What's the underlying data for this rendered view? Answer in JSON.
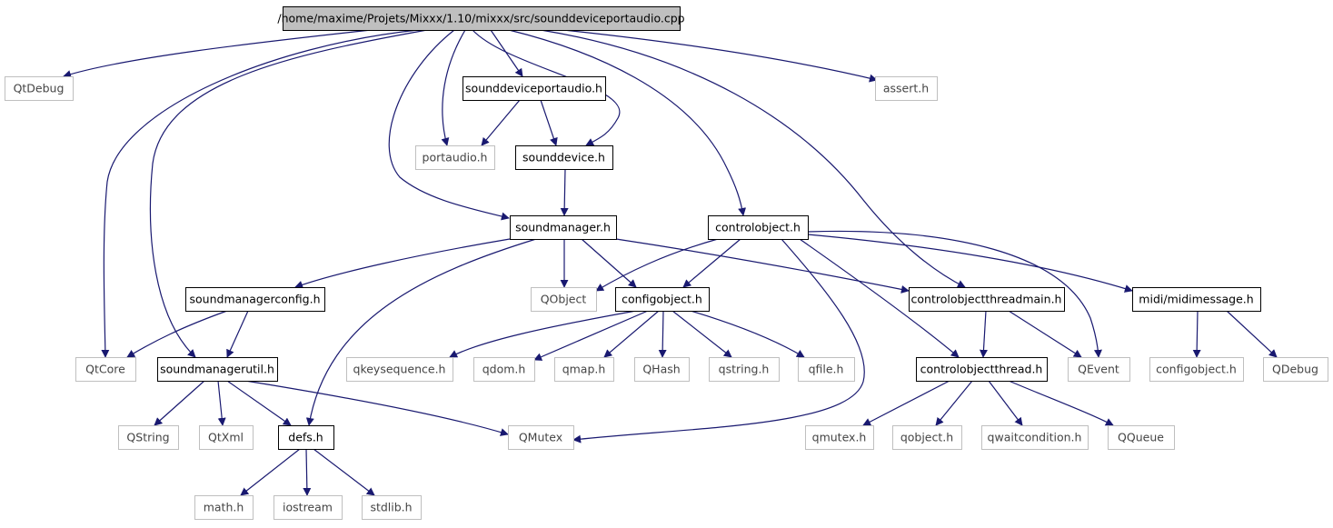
{
  "colors": {
    "root_fill": "#bfbfbf",
    "node_border": "#000000",
    "external_border": "#bfbfbf",
    "external_text": "#444444",
    "edge": "#191970"
  },
  "nodes": {
    "root": {
      "label": "/home/maxime/Projets/Mixxx/1.10/mixxx/src/sounddeviceportaudio.cpp",
      "kind": "root"
    },
    "qtdebug": {
      "label": "QtDebug",
      "kind": "external"
    },
    "sdpa_h": {
      "label": "sounddeviceportaudio.h",
      "kind": "file"
    },
    "assert": {
      "label": "assert.h",
      "kind": "external"
    },
    "portaudio": {
      "label": "portaudio.h",
      "kind": "external"
    },
    "sounddevice": {
      "label": "sounddevice.h",
      "kind": "file"
    },
    "soundmanager": {
      "label": "soundmanager.h",
      "kind": "file"
    },
    "controlobject": {
      "label": "controlobject.h",
      "kind": "file"
    },
    "smconfig": {
      "label": "soundmanagerconfig.h",
      "kind": "file"
    },
    "qobject_big": {
      "label": "QObject",
      "kind": "external"
    },
    "configobject": {
      "label": "configobject.h",
      "kind": "file"
    },
    "cothreadmain": {
      "label": "controlobjectthreadmain.h",
      "kind": "file"
    },
    "midimessage": {
      "label": "midi/midimessage.h",
      "kind": "file"
    },
    "qtcore": {
      "label": "QtCore",
      "kind": "external"
    },
    "smutil": {
      "label": "soundmanagerutil.h",
      "kind": "file"
    },
    "qkeyseq": {
      "label": "qkeysequence.h",
      "kind": "external"
    },
    "qdom": {
      "label": "qdom.h",
      "kind": "external"
    },
    "qmap": {
      "label": "qmap.h",
      "kind": "external"
    },
    "qhash": {
      "label": "QHash",
      "kind": "external"
    },
    "qstring_h": {
      "label": "qstring.h",
      "kind": "external"
    },
    "qfile": {
      "label": "qfile.h",
      "kind": "external"
    },
    "cothread": {
      "label": "controlobjectthread.h",
      "kind": "file"
    },
    "qevent": {
      "label": "QEvent",
      "kind": "external"
    },
    "configobject2": {
      "label": "configobject.h",
      "kind": "external"
    },
    "qdebug": {
      "label": "QDebug",
      "kind": "external"
    },
    "qstring": {
      "label": "QString",
      "kind": "external"
    },
    "qtxml": {
      "label": "QtXml",
      "kind": "external"
    },
    "defs": {
      "label": "defs.h",
      "kind": "file"
    },
    "qmutex_big": {
      "label": "QMutex",
      "kind": "external"
    },
    "qmutex_h": {
      "label": "qmutex.h",
      "kind": "external"
    },
    "qobject_h": {
      "label": "qobject.h",
      "kind": "external"
    },
    "qwaitcond": {
      "label": "qwaitcondition.h",
      "kind": "external"
    },
    "qqueue": {
      "label": "QQueue",
      "kind": "external"
    },
    "math": {
      "label": "math.h",
      "kind": "external"
    },
    "iostream": {
      "label": "iostream",
      "kind": "external"
    },
    "stdlib": {
      "label": "stdlib.h",
      "kind": "external"
    }
  },
  "edges": [
    [
      "root",
      "qtdebug"
    ],
    [
      "root",
      "sdpa_h"
    ],
    [
      "root",
      "assert"
    ],
    [
      "root",
      "portaudio"
    ],
    [
      "root",
      "sounddevice"
    ],
    [
      "root",
      "soundmanager"
    ],
    [
      "root",
      "controlobject"
    ],
    [
      "root",
      "qtcore"
    ],
    [
      "root",
      "smutil"
    ],
    [
      "root",
      "cothreadmain"
    ],
    [
      "sdpa_h",
      "portaudio"
    ],
    [
      "sdpa_h",
      "sounddevice"
    ],
    [
      "sounddevice",
      "soundmanager"
    ],
    [
      "soundmanager",
      "smconfig"
    ],
    [
      "soundmanager",
      "qobject_big"
    ],
    [
      "soundmanager",
      "configobject"
    ],
    [
      "soundmanager",
      "cothreadmain"
    ],
    [
      "soundmanager",
      "defs"
    ],
    [
      "controlobject",
      "qobject_big"
    ],
    [
      "controlobject",
      "configobject"
    ],
    [
      "controlobject",
      "midimessage"
    ],
    [
      "controlobject",
      "qevent"
    ],
    [
      "controlobject",
      "cothread"
    ],
    [
      "controlobject",
      "qmutex_big"
    ],
    [
      "smconfig",
      "qtcore"
    ],
    [
      "smconfig",
      "smutil"
    ],
    [
      "configobject",
      "qkeyseq"
    ],
    [
      "configobject",
      "qdom"
    ],
    [
      "configobject",
      "qmap"
    ],
    [
      "configobject",
      "qhash"
    ],
    [
      "configobject",
      "qstring_h"
    ],
    [
      "configobject",
      "qfile"
    ],
    [
      "cothreadmain",
      "cothread"
    ],
    [
      "cothreadmain",
      "qevent"
    ],
    [
      "midimessage",
      "configobject2"
    ],
    [
      "midimessage",
      "qdebug"
    ],
    [
      "smutil",
      "qstring"
    ],
    [
      "smutil",
      "qtxml"
    ],
    [
      "smutil",
      "defs"
    ],
    [
      "smutil",
      "qmutex_big"
    ],
    [
      "cothread",
      "qmutex_h"
    ],
    [
      "cothread",
      "qobject_h"
    ],
    [
      "cothread",
      "qwaitcond"
    ],
    [
      "cothread",
      "qqueue"
    ],
    [
      "defs",
      "math"
    ],
    [
      "defs",
      "iostream"
    ],
    [
      "defs",
      "stdlib"
    ]
  ]
}
